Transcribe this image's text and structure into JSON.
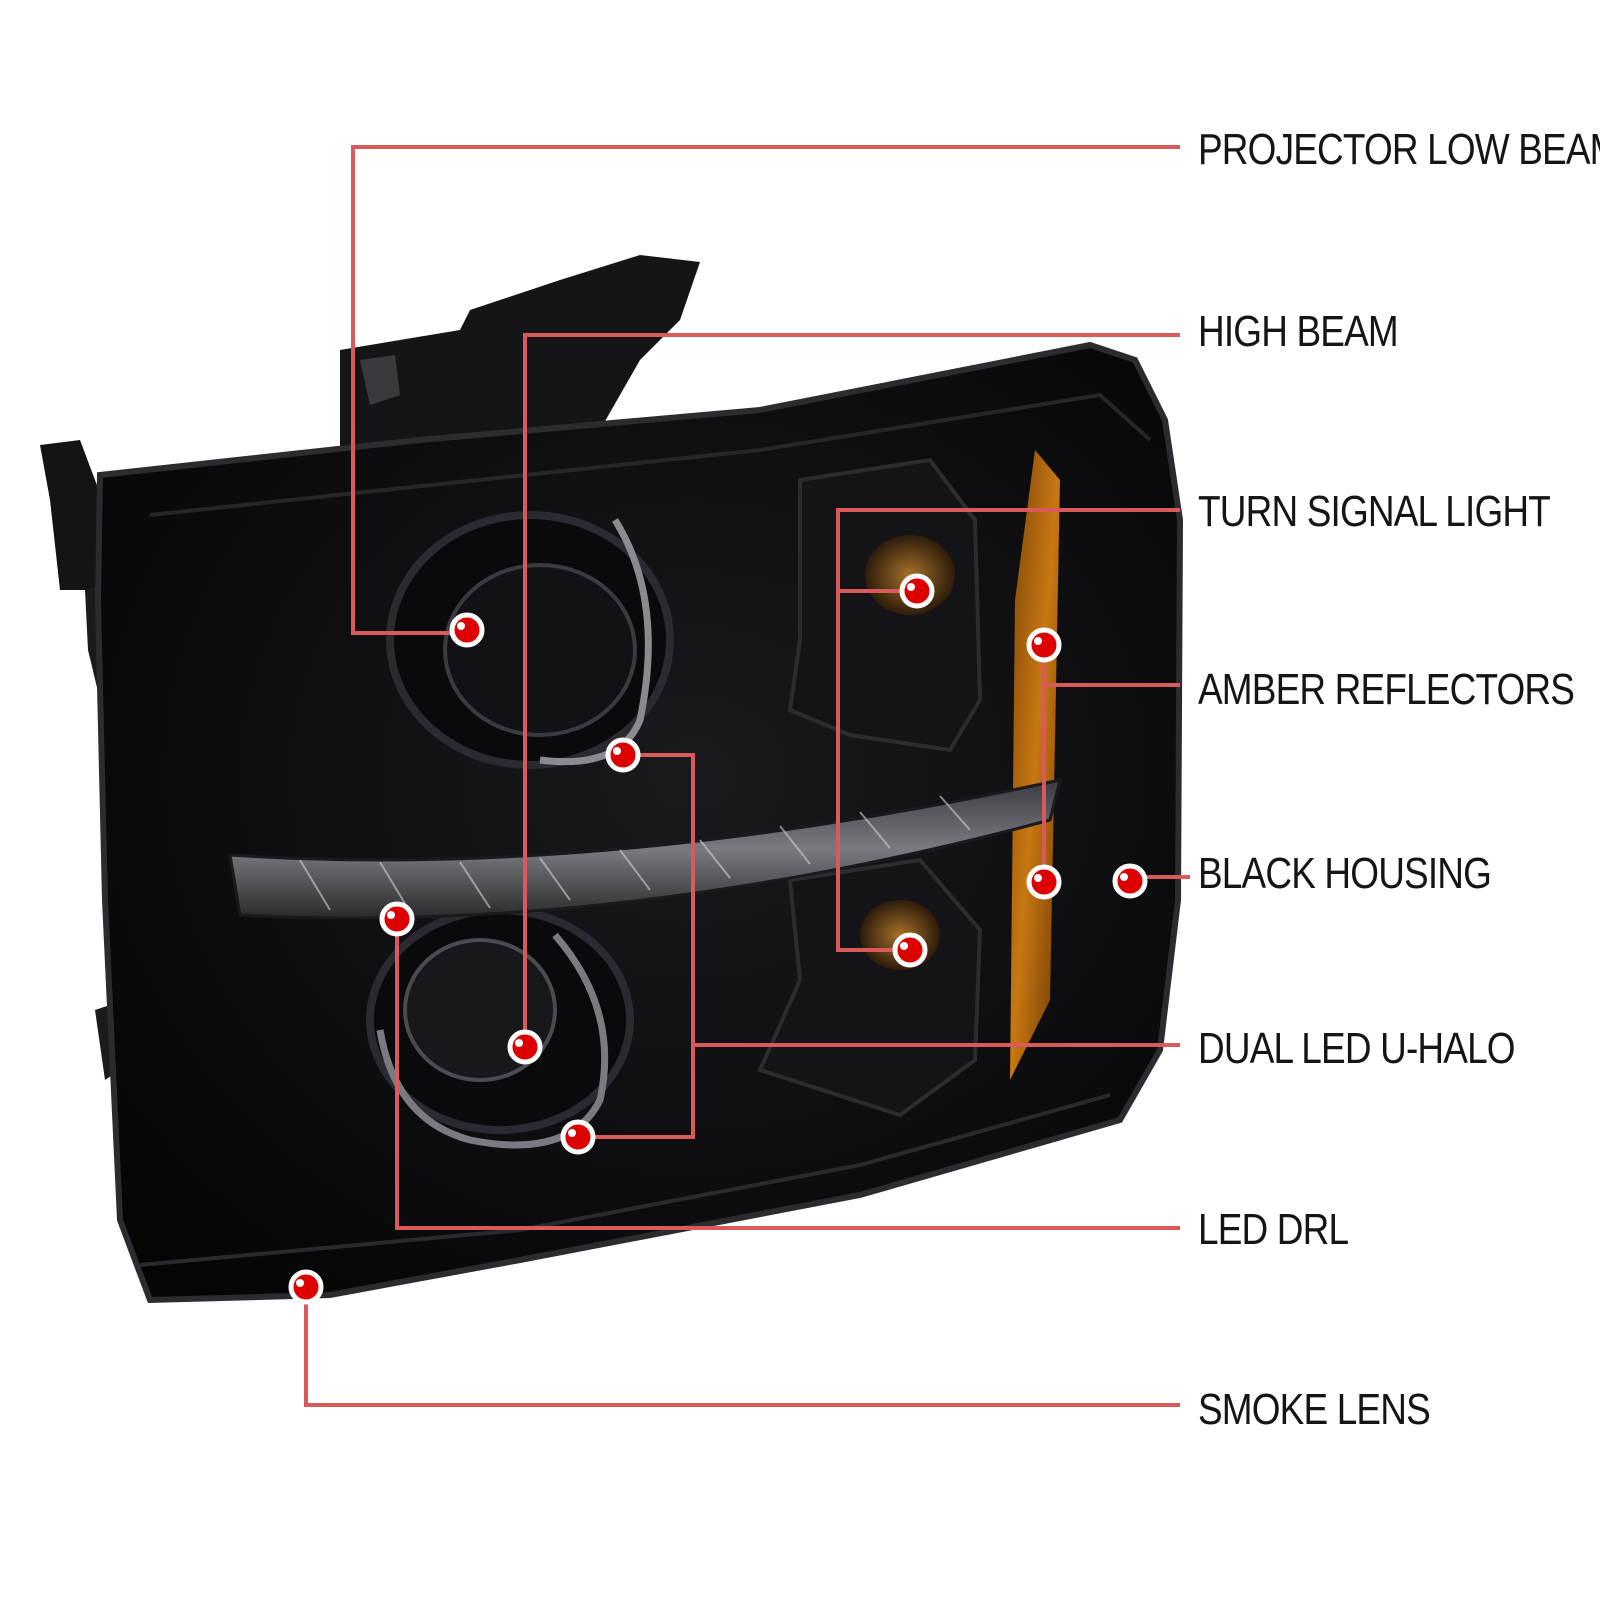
{
  "diagram": {
    "callouts": [
      {
        "id": "projector-low-beam",
        "label": "PROJECTOR LOW BEAM"
      },
      {
        "id": "high-beam",
        "label": "HIGH BEAM"
      },
      {
        "id": "turn-signal-light",
        "label": "TURN SIGNAL LIGHT"
      },
      {
        "id": "amber-reflectors",
        "label": "AMBER REFLECTORS"
      },
      {
        "id": "black-housing",
        "label": "BLACK HOUSING"
      },
      {
        "id": "dual-led-u-halo",
        "label": "DUAL LED U-HALO"
      },
      {
        "id": "led-drl",
        "label": "LED DRL"
      },
      {
        "id": "smoke-lens",
        "label": "SMOKE LENS"
      }
    ]
  },
  "colors": {
    "leader_line": "#d85a5a",
    "marker_fill": "#dd0000",
    "housing": "#0b0b0d",
    "amber": "#c06a10"
  }
}
